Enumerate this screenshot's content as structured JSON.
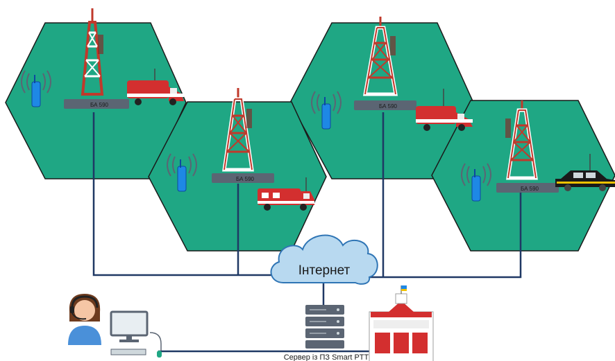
{
  "colors": {
    "cell_fill": "#1fa784",
    "cell_stroke": "#1a1a1a",
    "link": "#1f3864",
    "tower_red": "#c0392b",
    "tower_white": "#ffffff",
    "cloud": "#b8d9f0",
    "cloud_stroke": "#2f75b5",
    "radio_blue": "#1e88e5",
    "device_grey": "#5b6573"
  },
  "cells": [
    {
      "id": "cell-1",
      "repeater_label": "БА 590",
      "vehicle": "ambulance-icon"
    },
    {
      "id": "cell-2",
      "repeater_label": "БА 590",
      "vehicle": "fire-truck-icon"
    },
    {
      "id": "cell-3",
      "repeater_label": "БА 590",
      "vehicle": "ambulance-icon"
    },
    {
      "id": "cell-4",
      "repeater_label": "БА 590",
      "vehicle": "police-car-icon"
    }
  ],
  "cloud": {
    "label": "Інтернет"
  },
  "server": {
    "label": "Сервер  із ПЗ Smart PTT"
  },
  "icons": [
    "tower-icon",
    "handheld-radio-icon",
    "dispatcher-icon",
    "workstation-icon",
    "server-icon",
    "fire-station-icon"
  ]
}
